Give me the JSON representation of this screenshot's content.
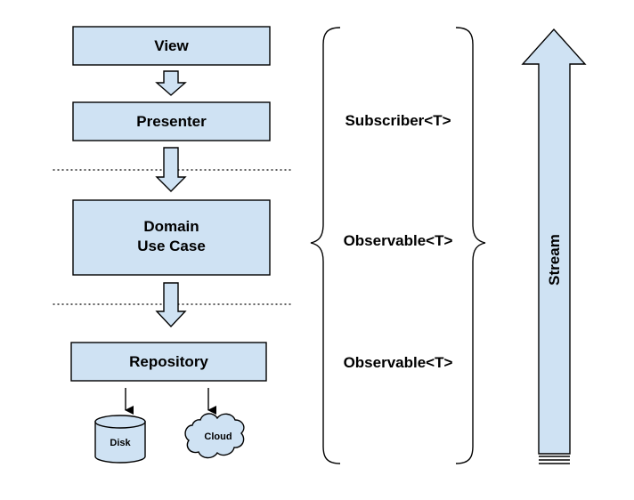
{
  "layers": {
    "view": "View",
    "presenter": "Presenter",
    "domain_line1": "Domain",
    "domain_line2": "Use Case",
    "repository": "Repository"
  },
  "sources": {
    "disk": "Disk",
    "cloud": "Cloud"
  },
  "types": {
    "subscriber": "Subscriber<T>",
    "observable_domain": "Observable<T>",
    "observable_repository": "Observable<T>"
  },
  "stream_label": "Stream",
  "colors": {
    "box_fill": "#cfe2f3",
    "stroke": "#000000"
  }
}
